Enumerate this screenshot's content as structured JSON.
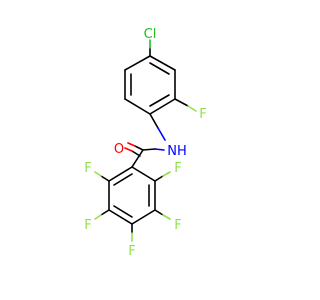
{
  "molecule": {
    "atoms": {
      "chlorine": "Cl",
      "fluorine": "F",
      "oxygen": "O",
      "nitrogen_h": "NH"
    }
  },
  "colors": {
    "bond": "#000000",
    "chlorine": "#1fbf1f",
    "fluorine": "#90e050",
    "oxygen": "#ff0000",
    "nitrogen": "#0000ff"
  }
}
